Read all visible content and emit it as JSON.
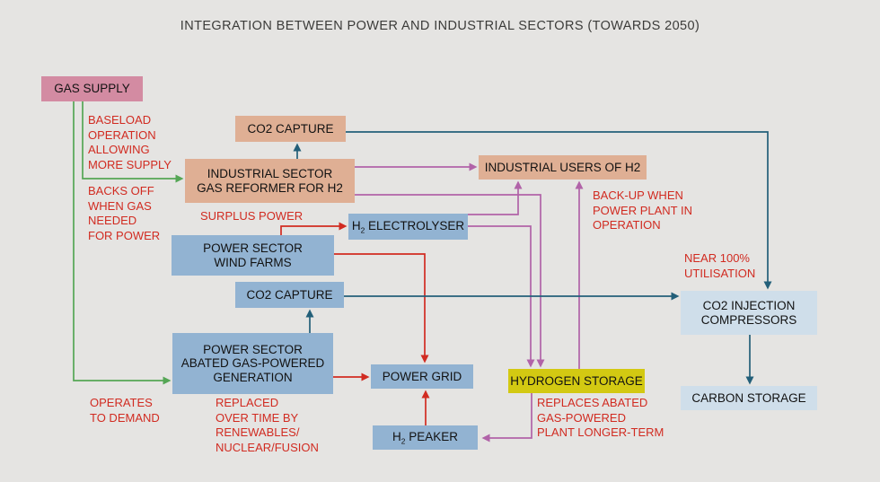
{
  "title": "INTEGRATION BETWEEN POWER AND INDUSTRIAL SECTORS (TOWARDS 2050)",
  "colors": {
    "background": "#e5e4e2",
    "box_pink": "#d38ba2",
    "box_tan": "#dfaf94",
    "box_blue": "#92b3d2",
    "box_lightblue": "#cfdeea",
    "box_yellow": "#d3c912",
    "arrow_green": "#55a655",
    "arrow_red": "#d12b21",
    "arrow_purple": "#b163a8",
    "arrow_teal": "#235f79",
    "note_red": "#d12b21"
  },
  "boxes": {
    "gas_supply": {
      "label": "GAS SUPPLY"
    },
    "co2_capture_industrial": {
      "label": "CO2 CAPTURE"
    },
    "gas_reformer": {
      "label": [
        "INDUSTRIAL SECTOR",
        "GAS REFORMER FOR H2"
      ]
    },
    "industrial_users": {
      "label": "INDUSTRIAL USERS OF H2"
    },
    "h2_electrolyser": {
      "pre": "H",
      "sub": "2",
      "post": " ELECTROLYSER"
    },
    "wind_farms": {
      "label": [
        "POWER SECTOR",
        "WIND FARMS"
      ]
    },
    "co2_capture_power": {
      "label": "CO2 CAPTURE"
    },
    "abated_generation": {
      "label": [
        "POWER SECTOR",
        "ABATED GAS-POWERED",
        "GENERATION"
      ]
    },
    "power_grid": {
      "label": "POWER GRID"
    },
    "h2_peaker": {
      "pre": "H",
      "sub": "2",
      "post": " PEAKER"
    },
    "hydrogen_storage": {
      "label": "HYDROGEN STORAGE"
    },
    "co2_injection_compressors": {
      "label": [
        "CO2 INJECTION",
        "COMPRESSORS"
      ]
    },
    "carbon_storage": {
      "label": "CARBON STORAGE"
    }
  },
  "annotations": {
    "baseload": [
      "BASELOAD",
      "OPERATION",
      "ALLOWING",
      "MORE SUPPLY"
    ],
    "backs_off": [
      "BACKS OFF",
      "WHEN GAS",
      "NEEDED",
      "FOR POWER"
    ],
    "surplus_power": [
      "SURPLUS POWER"
    ],
    "backup": [
      "BACK-UP WHEN",
      "POWER PLANT IN",
      "OPERATION"
    ],
    "near_100": [
      "NEAR 100%",
      "UTILISATION"
    ],
    "operates": [
      "OPERATES",
      "TO DEMAND"
    ],
    "replaced": [
      "REPLACED",
      "OVER TIME BY",
      "RENEWABLES/",
      "NUCLEAR/FUSION"
    ],
    "replaces": [
      "REPLACES ABATED",
      "GAS-POWERED",
      "PLANT LONGER-TERM"
    ]
  },
  "connections": [
    {
      "from": "gas_supply",
      "to": "gas_reformer",
      "color": "green",
      "note": "baseload"
    },
    {
      "from": "gas_supply",
      "to": "abated_generation",
      "color": "green",
      "notes": [
        "backs_off",
        "operates"
      ]
    },
    {
      "from": "wind_farms",
      "to": "h2_electrolyser",
      "color": "red",
      "note": "surplus_power"
    },
    {
      "from": "wind_farms",
      "to": "power_grid",
      "color": "red"
    },
    {
      "from": "abated_generation",
      "to": "power_grid",
      "color": "red"
    },
    {
      "from": "h2_peaker",
      "to": "power_grid",
      "color": "red"
    },
    {
      "from": "gas_reformer",
      "to": "industrial_users",
      "color": "purple"
    },
    {
      "from": "gas_reformer",
      "to": "hydrogen_storage",
      "color": "purple"
    },
    {
      "from": "h2_electrolyser",
      "to": "industrial_users",
      "color": "purple"
    },
    {
      "from": "h2_electrolyser",
      "to": "hydrogen_storage",
      "color": "purple"
    },
    {
      "from": "hydrogen_storage",
      "to": "industrial_users",
      "color": "purple",
      "note": "backup"
    },
    {
      "from": "hydrogen_storage",
      "to": "h2_peaker",
      "color": "purple",
      "note": "replaces"
    },
    {
      "from": "gas_reformer",
      "to": "co2_capture_industrial",
      "color": "teal"
    },
    {
      "from": "co2_capture_industrial",
      "to": "co2_injection_compressors",
      "color": "teal",
      "note": "near_100"
    },
    {
      "from": "abated_generation",
      "to": "co2_capture_power",
      "color": "teal"
    },
    {
      "from": "co2_capture_power",
      "to": "co2_injection_compressors",
      "color": "teal"
    },
    {
      "from": "co2_injection_compressors",
      "to": "carbon_storage",
      "color": "teal"
    }
  ]
}
